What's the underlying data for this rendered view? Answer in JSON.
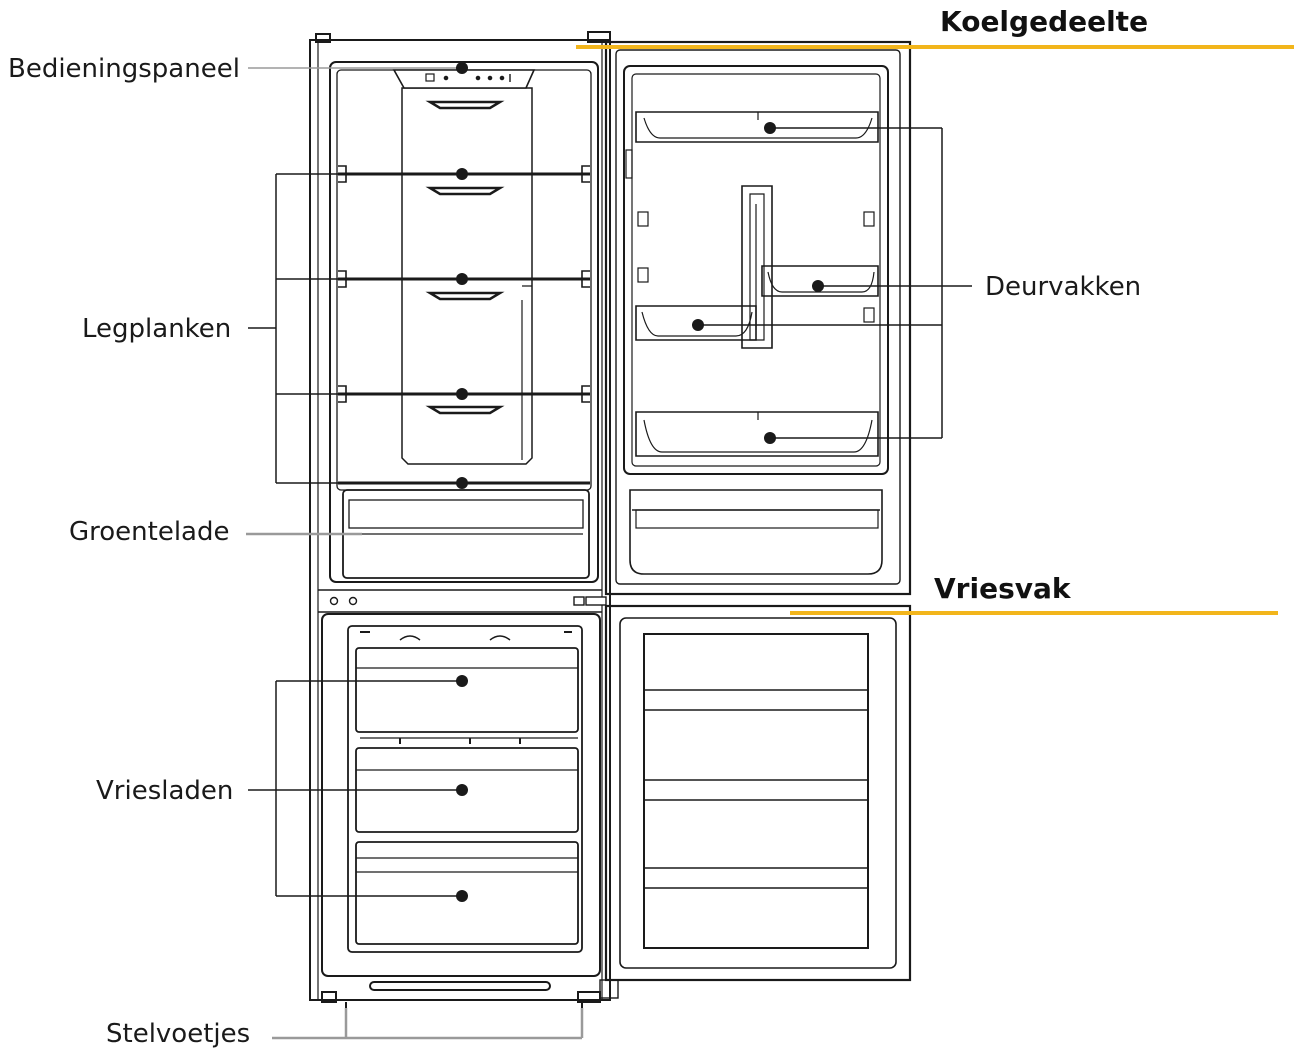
{
  "sections": {
    "fridge_title": "Koelgedeelte",
    "freezer_title": "Vriesvak"
  },
  "labels": {
    "control_panel": "Bedieningspaneel",
    "shelves": "Legplanken",
    "crisper": "Groentelade",
    "freezer_drawers": "Vriesladen",
    "feet": "Stelvoetjes",
    "door_bins": "Deurvakken"
  },
  "colors": {
    "accent": "#F2B51B",
    "line": "#1a1a1a",
    "leader_grey": "#9a9a9a"
  }
}
